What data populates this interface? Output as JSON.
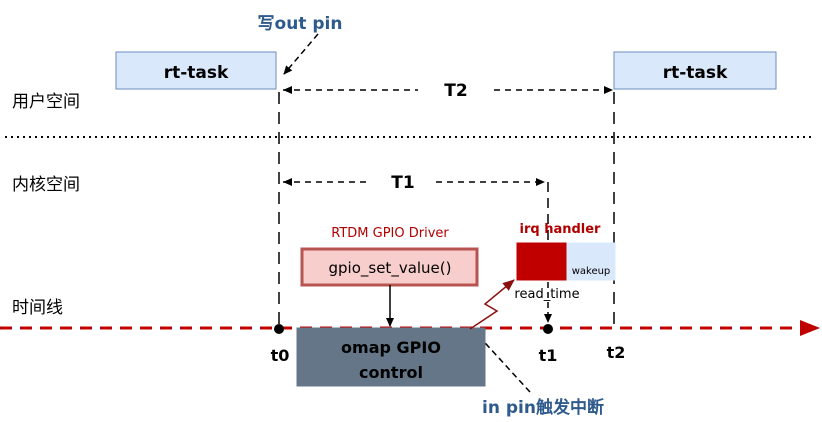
{
  "annotations": {
    "write_out_pin": "写out pin",
    "in_pin_interrupt": "in pin触发中断"
  },
  "lanes": {
    "user_space": "用户空间",
    "kernel_space": "内核空间",
    "timeline": "时间线"
  },
  "boxes": {
    "rt_task_1": "rt-task",
    "rt_task_2": "rt-task",
    "driver_caption": "RTDM GPIO Driver",
    "gpio_set_value": "gpio_set_value()",
    "omap_line1": "omap GPIO",
    "omap_line2": "control",
    "irq_handler": "irq handler",
    "wakeup": "wakeup",
    "read_time": "read_time"
  },
  "intervals": {
    "t1_label": "T1",
    "t2_label": "T2"
  },
  "time_points": {
    "t0": "t0",
    "t1": "t1",
    "t2": "t2"
  },
  "colors": {
    "annotation_blue": "#2f5a8c",
    "task_fill": "#dae8fc",
    "task_stroke": "#6c8ebf",
    "timeline_red": "#c00000",
    "driver_red": "#b20000",
    "gpio_fill": "#f8cecc",
    "gpio_stroke": "#b85450",
    "omap_fill": "#647687",
    "irq_fill": "#c00000",
    "wakeup_fill": "#dae8fc"
  }
}
